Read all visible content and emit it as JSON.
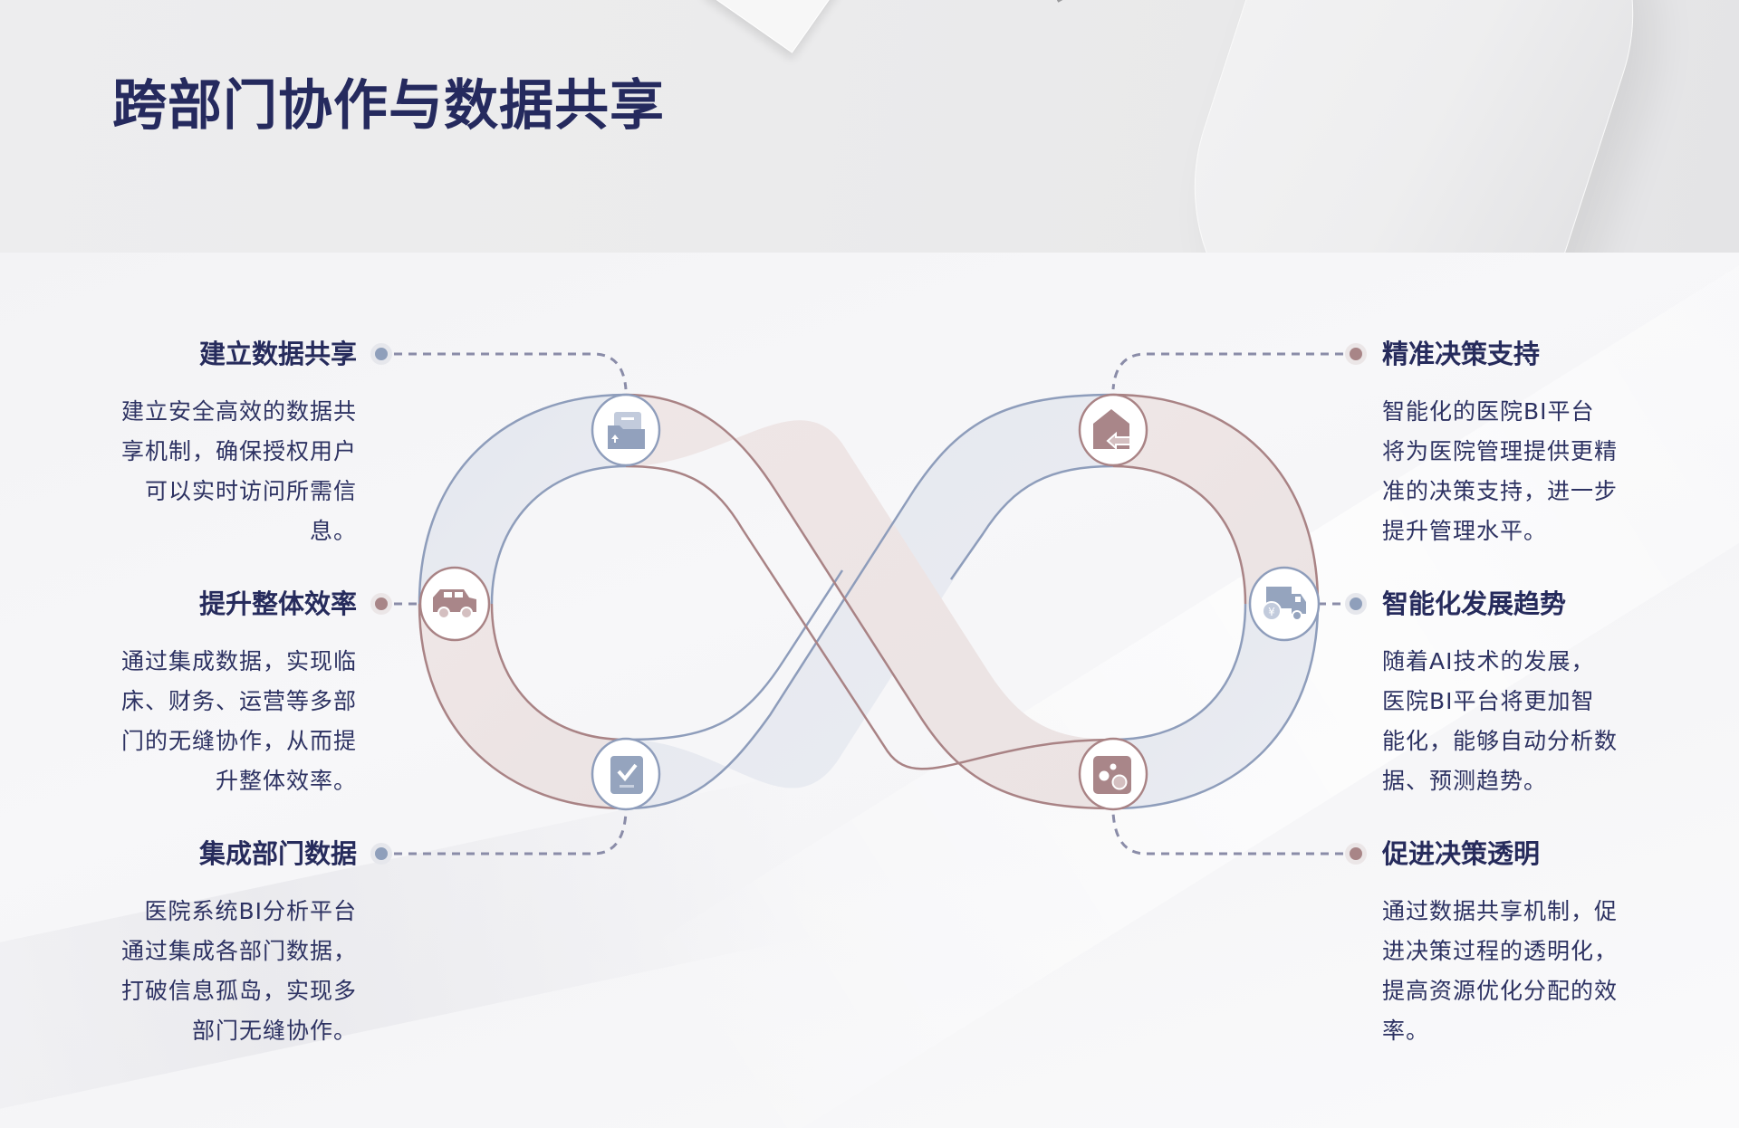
{
  "header": {
    "title": "跨部门协作与数据共享"
  },
  "colors": {
    "title": "#252a5e",
    "text": "#2d3262",
    "blue_accent": "#8f9fbb",
    "mauve_accent": "#a88587",
    "dash": "#8a8ca8"
  },
  "left_items": [
    {
      "heading": "建立数据共享",
      "body": "建立安全高效的数据共享机制，确保授权用户可以实时访问所需信息。",
      "dot_color": "blue",
      "icon": "folder-upload-icon"
    },
    {
      "heading": "提升整体效率",
      "body": "通过集成数据，实现临床、财务、运营等多部门的无缝协作，从而提升整体效率。",
      "dot_color": "mauve",
      "icon": "car-icon"
    },
    {
      "heading": "集成部门数据",
      "body": "医院系统BI分析平台通过集成各部门数据，打破信息孤岛，实现多部门无缝协作。",
      "dot_color": "blue",
      "icon": "checklist-icon"
    }
  ],
  "right_items": [
    {
      "heading": "精准决策支持",
      "body": "智能化的医院BI平台将为医院管理提供更精准的决策支持，进一步提升管理水平。",
      "dot_color": "mauve",
      "icon": "home-return-icon"
    },
    {
      "heading": "智能化发展趋势",
      "body": "随着AI技术的发展，医院BI平台将更加智能化，能够自动分析数据、预测趋势。",
      "dot_color": "blue",
      "icon": "delivery-truck-yuan-icon"
    },
    {
      "heading": "促进决策透明",
      "body": "通过数据共享机制，促进决策过程的透明化，提高资源优化分配的效率。",
      "dot_color": "mauve",
      "icon": "dots-box-icon"
    }
  ]
}
